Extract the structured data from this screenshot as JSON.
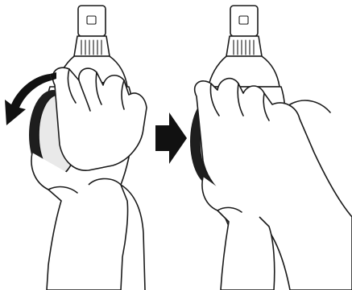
{
  "figure": {
    "panels": [
      {
        "id": "before",
        "action": "rotate-dial-counterclockwise",
        "arrow": "curved-rotation-arrow"
      },
      {
        "id": "after",
        "action": "dial-rotated-hand-gripping"
      }
    ],
    "transition_arrow": "right-arrow",
    "colors": {
      "line": "#1a1a1a",
      "dial_face": "#e9e9e9",
      "background": "#ffffff"
    }
  }
}
